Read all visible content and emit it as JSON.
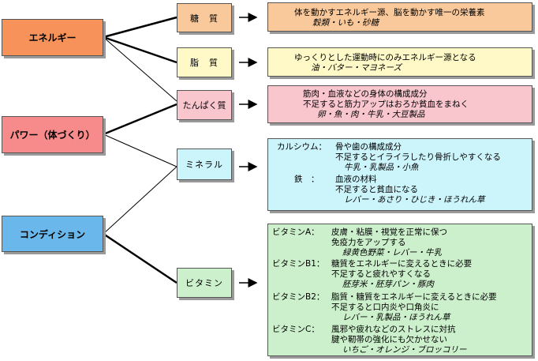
{
  "categories": [
    {
      "label": "エネルギー",
      "color": "#f7935a"
    },
    {
      "label": "パワー（体づくり）",
      "color": "#f78b8b"
    },
    {
      "label": "コンディション",
      "color": "#6ab7ec"
    }
  ],
  "nutrients": [
    {
      "label": "糖　質",
      "color": "#f9c99c"
    },
    {
      "label": "脂　質",
      "color": "#fef9c7"
    },
    {
      "label": "たんぱく質",
      "color": "#f9c6ce"
    },
    {
      "label": "ミネラル",
      "color": "#ccf4fb"
    },
    {
      "label": "ビタミン",
      "color": "#ccf0cc"
    }
  ],
  "descriptions": {
    "sugar": {
      "line1": "体を動かすエネルギー源、脳を動かす唯一の栄養素",
      "foods": "穀類・いも・砂糖"
    },
    "fat": {
      "line1": "ゆっくりとした運動時にのみエネルギー源となる",
      "foods": "油・バター・マヨネーズ"
    },
    "protein": {
      "line1": "筋肉・血液などの身体の構成成分",
      "line2": "不足すると筋力アップはおろか貧血をまねく",
      "foods": "卵・魚・肉・牛乳・大豆製品"
    },
    "mineral": {
      "calcium_name": "カルシウム：",
      "calcium_role": "骨や歯の構成成分",
      "calcium_lack": "不足するとイライラしたり骨折しやすくなる",
      "calcium_foods": "牛乳・乳製品・小魚",
      "iron_name": "鉄　：",
      "iron_role": "血液の材料",
      "iron_lack": "不足すると貧血になる",
      "iron_foods": "レバー・あさり・ひじき・ほうれん草"
    },
    "vitamin": {
      "a_name": "ビタミンA：",
      "a_role": "皮膚・粘膜・視覚を正常に保つ",
      "a_role2": "免疫力をアップする",
      "a_foods": "緑黄色野菜・レバー・牛乳",
      "b1_name": "ビタミンB1：",
      "b1_role": "糖質をエネルギーに変えるときに必要",
      "b1_lack": "不足すると疲れやすくなる",
      "b1_foods": "胚芽米・胚芽パン・豚肉",
      "b2_name": "ビタミンB2：",
      "b2_role": "脂質・糖質をエネルギーに変えるときに必要",
      "b2_lack": "不足すると口内炎や口角炎に",
      "b2_foods": "レバー・乳製品・ほうれん草",
      "c_name": "ビタミンC：",
      "c_role": "風邪や疲れなどのストレスに対抗",
      "c_role2": "腱や靭帯の強化にも欠かせない",
      "c_foods": "いちご・オレンジ・ブロッコリー"
    }
  }
}
